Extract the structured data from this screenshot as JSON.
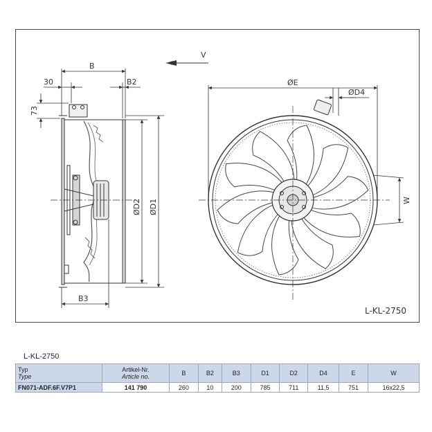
{
  "drawing": {
    "airflow_label": "V",
    "side_view": {
      "dim_b": "B",
      "dim_30": "30",
      "dim_b2": "B2",
      "dim_73": "73",
      "dim_d2": "ØD2",
      "dim_d1": "ØD1",
      "dim_b3": "B3"
    },
    "front_view": {
      "dim_e": "ØE",
      "dim_d4": "ØD4",
      "dim_w": "W"
    },
    "drawing_code": "L-KL-2750"
  },
  "table": {
    "caption": "L-KL-2750",
    "headers": {
      "type_de": "Typ",
      "type_en": "Type",
      "article_de": "Artikel-Nr.",
      "article_en": "Article no.",
      "cols": [
        "B",
        "B2",
        "B3",
        "D1",
        "D2",
        "D4",
        "E",
        "W"
      ]
    },
    "rows": [
      {
        "type": "FN071-ADF.6F.V7P1",
        "article": "141 790",
        "values": [
          "260",
          "10",
          "200",
          "785",
          "711",
          "11,5",
          "751",
          "16x22,5"
        ]
      }
    ]
  }
}
